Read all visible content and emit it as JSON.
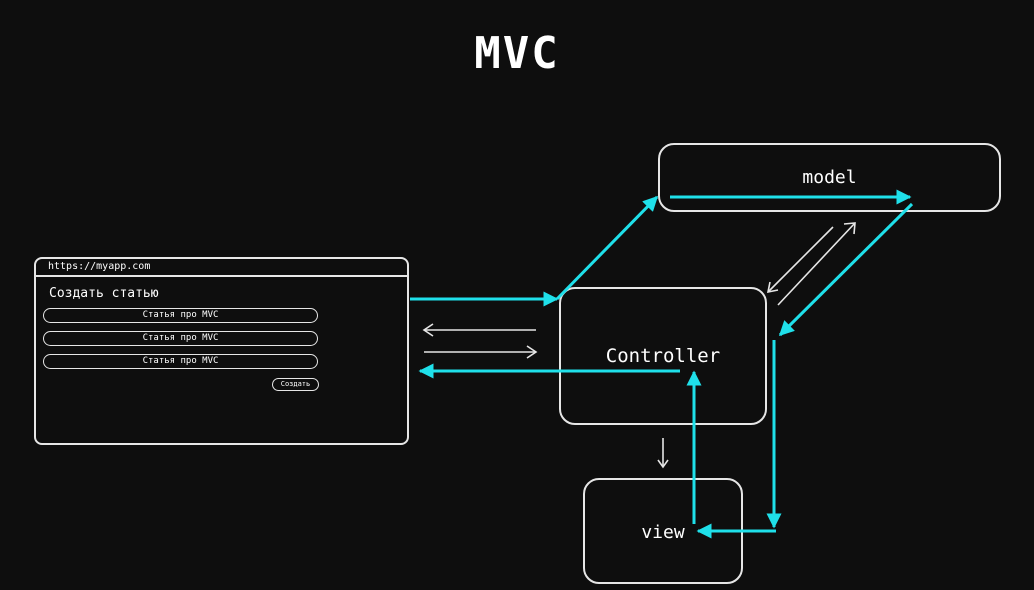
{
  "title": "MVC",
  "nodes": {
    "model": "model",
    "controller": "Controller",
    "view": "view"
  },
  "browser": {
    "url": "https://myapp.com",
    "heading": "Создать статью",
    "items": [
      "Статья про MVC",
      "Статья про MVC",
      "Статья про MVC"
    ],
    "create_button": "Создать"
  },
  "colors": {
    "background": "#0e0e0e",
    "accent_arrow": "#1fe0ea",
    "outline": "#e6e6e6"
  }
}
